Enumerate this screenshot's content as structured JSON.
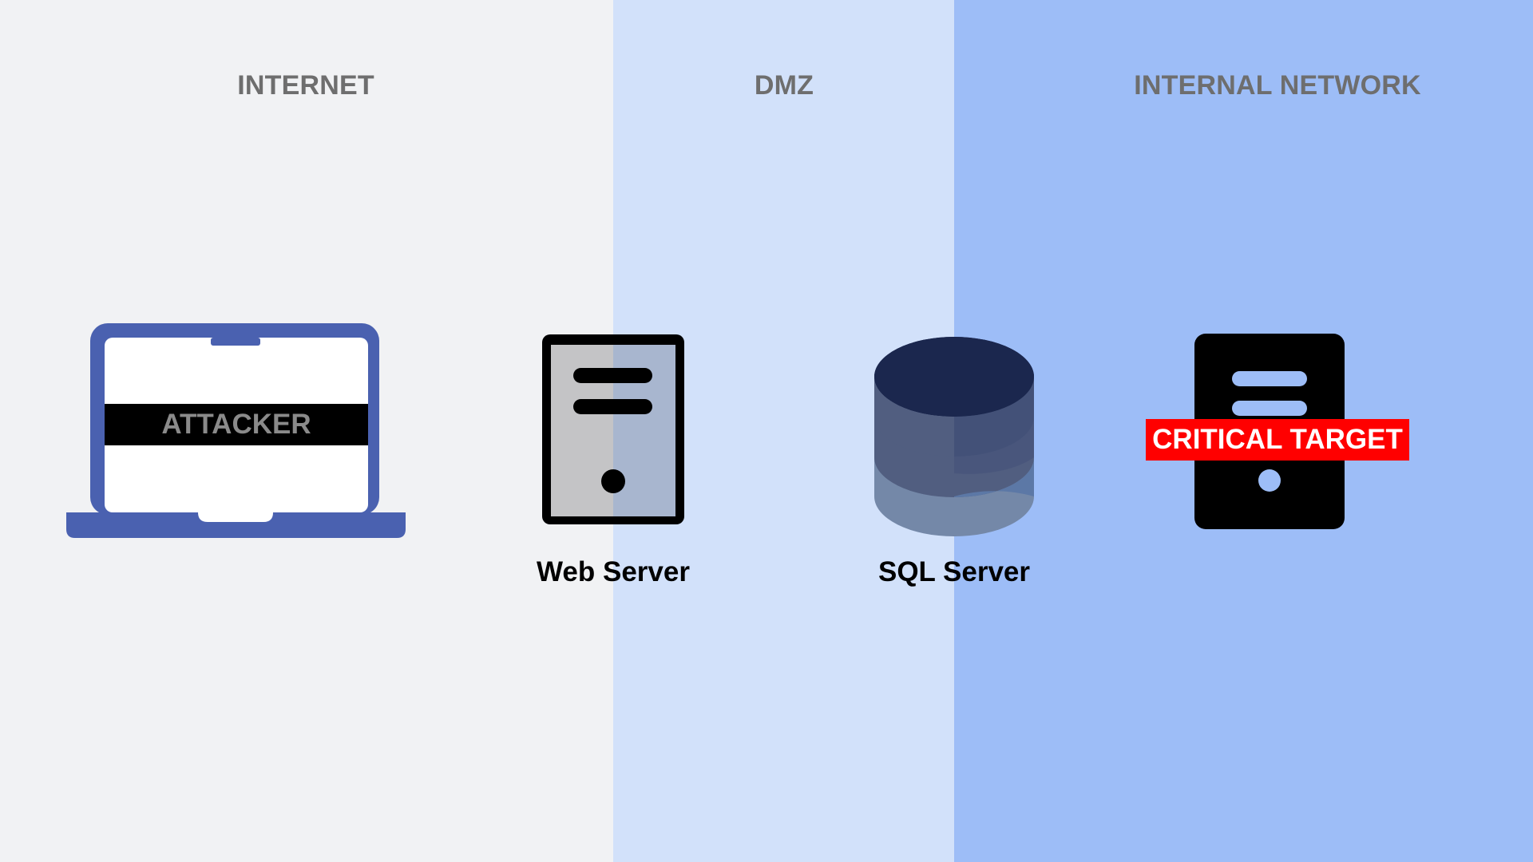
{
  "colors": {
    "internet_bg": "#f1f2f4",
    "dmz_bg": "#d2e1fa",
    "internal_bg": "#9dbdf7",
    "laptop_frame": "#4a61b0",
    "critical_red": "#ff0000",
    "database_top": "#1b274e"
  },
  "zones": {
    "internet": "INTERNET",
    "dmz": "DMZ",
    "internal": "INTERNAL NETWORK"
  },
  "nodes": {
    "attacker": {
      "label": "ATTACKER",
      "icon": "laptop-icon"
    },
    "web_server": {
      "label": "Web Server",
      "icon": "server-icon"
    },
    "sql_server": {
      "label": "SQL Server",
      "icon": "database-icon"
    },
    "critical_target": {
      "label": "CRITICAL TARGET",
      "icon": "server-icon"
    }
  }
}
